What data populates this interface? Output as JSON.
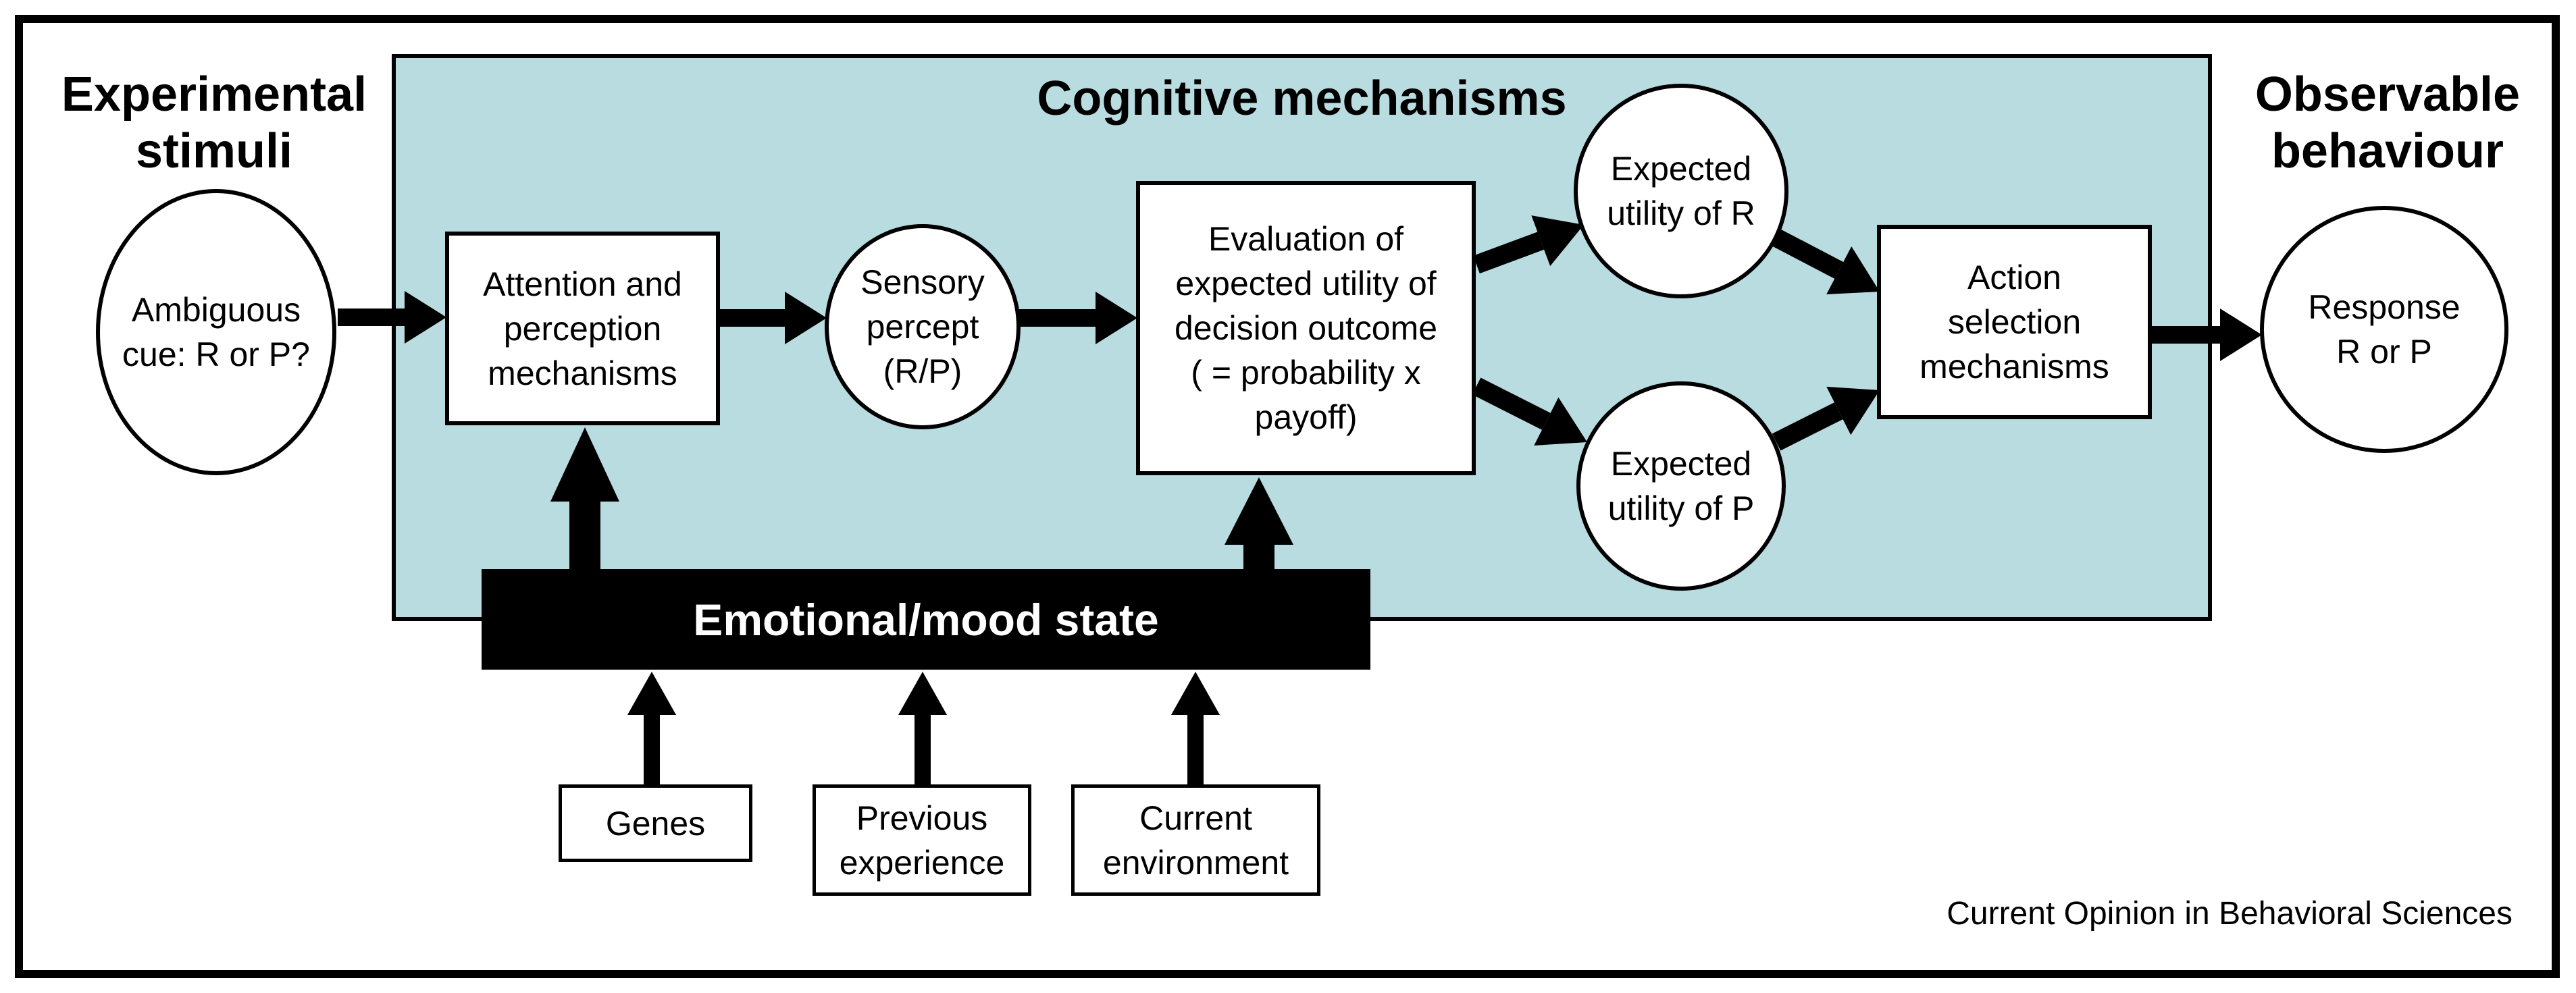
{
  "figure": {
    "caption": "Current Opinion in Behavioral Sciences",
    "colors": {
      "panel_fill": "#b9dce1",
      "node_fill": "#ffffff",
      "stroke": "#000000",
      "mood_bar_fill": "#000000",
      "mood_bar_text": "#ffffff"
    }
  },
  "headings": {
    "experimental_stimuli": "Experimental\nstimuli",
    "cognitive_mechanisms": "Cognitive mechanisms",
    "observable_behaviour": "Observable\nbehaviour"
  },
  "nodes": {
    "ambiguous_cue": "Ambiguous\ncue: R or P?",
    "attention": "Attention and\nperception\nmechanisms",
    "sensory": "Sensory\npercept\n(R/P)",
    "evaluation": "Evaluation of\nexpected utility of\ndecision outcome\n( = probability x\npayoff)",
    "expected_r": "Expected\nutility of R",
    "expected_p": "Expected\nutility of P",
    "action": "Action\nselection\nmechanisms",
    "response": "Response\nR or P",
    "mood_bar": "Emotional/mood state",
    "genes": "Genes",
    "previous_experience": "Previous\nexperience",
    "current_environment": "Current\nenvironment"
  }
}
